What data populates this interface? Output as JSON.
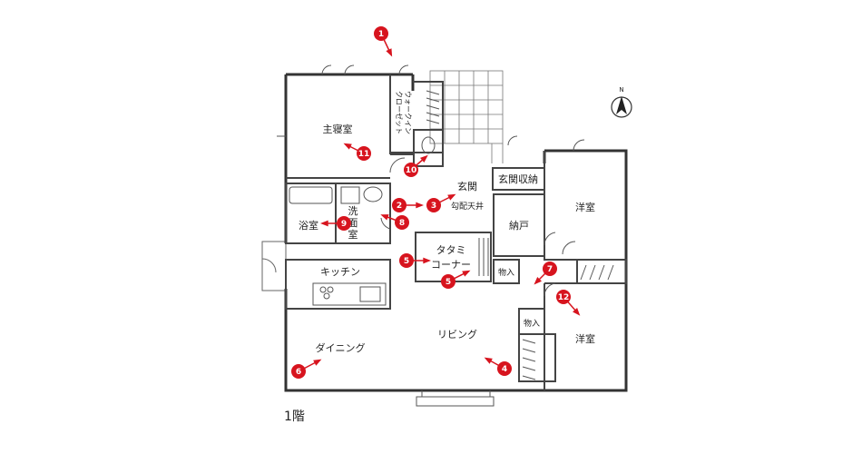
{
  "rooms": {
    "master_bedroom": "主寝室",
    "walkin_line1": "ウォークイン",
    "walkin_line2": "クローゼット",
    "entrance": "玄関",
    "entrance_storage": "玄関収納",
    "western_room_1": "洋室",
    "bathroom": "浴室",
    "washroom_line1": "洗",
    "washroom_line2": "面",
    "washroom_line3": "室",
    "vaulted_ceiling": "勾配天井",
    "storeroom": "納戸",
    "tatami_line1": "タタミ",
    "tatami_line2": "コーナー",
    "kitchen": "キッチン",
    "storage_1": "物入",
    "storage_2": "物入",
    "dining": "ダイニング",
    "living": "リビング",
    "western_room_2": "洋室"
  },
  "markers": [
    "1",
    "2",
    "3",
    "4",
    "5",
    "5",
    "6",
    "7",
    "8",
    "9",
    "10",
    "11",
    "12"
  ],
  "compass_label": "N",
  "floor_label": "1階",
  "colors": {
    "marker": "#d7141e",
    "wall": "#333333",
    "line": "#555555"
  }
}
